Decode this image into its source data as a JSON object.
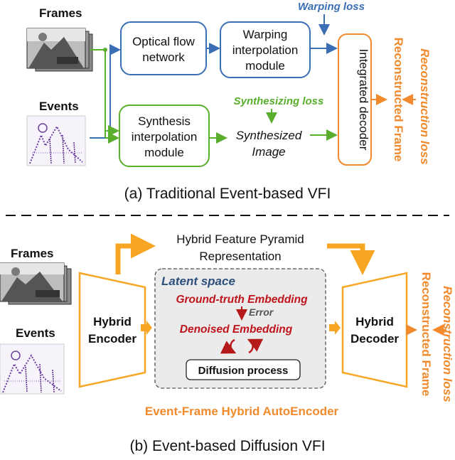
{
  "part_a": {
    "frames_label": "Frames",
    "events_label": "Events",
    "optical_flow": [
      "Optical flow",
      "network"
    ],
    "warping_module": [
      "Warping",
      "interpolation",
      "module"
    ],
    "warping_loss": "Warping loss",
    "synthesis_module": [
      "Synthesis",
      "interpolation",
      "module"
    ],
    "synthesizing_loss": "Synthesizing loss",
    "synthesized_image": [
      "Synthesized",
      "Image"
    ],
    "integrated_decoder": "Integrated decoder",
    "reconstructed_frame": "Reconstructed Frame",
    "reconstruction_loss": "Reconstruction loss",
    "caption": "(a)  Traditional Event-based VFI"
  },
  "part_b": {
    "frames_label": "Frames",
    "events_label": "Events",
    "pyramid": [
      "Hybrid Feature Pyramid",
      "Representation"
    ],
    "encoder": [
      "Hybrid",
      "Encoder"
    ],
    "latent_space": "Latent space",
    "gt_embedding": "Ground-truth Embedding",
    "error": "Error",
    "denoised_embedding": "Denoised Embedding",
    "diffusion_process": "Diffusion process",
    "decoder": [
      "Hybrid",
      "Decoder"
    ],
    "reconstructed_frame": "Reconstructed Frame",
    "reconstruction_loss": "Reconstruction loss",
    "autoencoder_label": "Event-Frame Hybrid AutoEncoder",
    "caption": "(b)  Event-based Diffusion VFI"
  },
  "colors": {
    "blue": "#3a6fb5",
    "green": "#5aae2e",
    "orange": "#f08a2c",
    "yellow": "#f6a623",
    "red": "#c0141c"
  }
}
